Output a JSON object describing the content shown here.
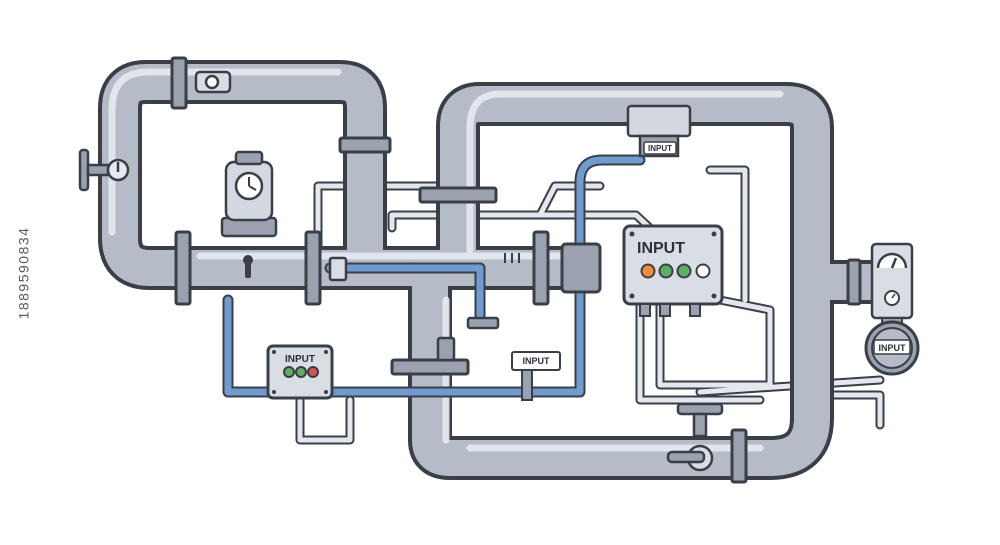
{
  "stock_id": "1889590834",
  "panels": {
    "main_panel": {
      "label": "INPUT",
      "lights": [
        "#f08a3c",
        "#5cae63",
        "#5cae63",
        "#ffffff"
      ]
    },
    "small_panel": {
      "label": "INPUT",
      "lights": [
        "#5cae63",
        "#d9534f"
      ]
    },
    "top_tag": {
      "label": "INPUT"
    },
    "center_tag": {
      "label": "INPUT"
    },
    "flow_meter_tag": {
      "label": "INPUT"
    }
  },
  "colors": {
    "pipe": "#b5bcc8",
    "pipe_shadow": "#8e97a6",
    "pipe_highlight": "#e6eaf0",
    "blue_line": "#6f9bd0",
    "outline": "#3a3f47",
    "flange": "#9aa2b0"
  },
  "icons": [
    "pressure-gauge-icon",
    "valve-handwheel-icon",
    "dial-gauge-icon",
    "flow-meter-icon"
  ]
}
